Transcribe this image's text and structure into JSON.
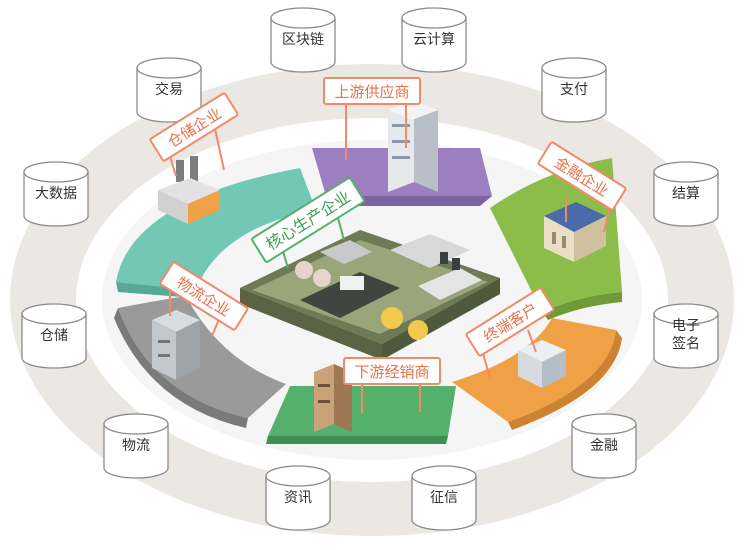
{
  "ring_nodes": [
    {
      "label": "区块链"
    },
    {
      "label": "云计算"
    },
    {
      "label": "交易"
    },
    {
      "label": "支付"
    },
    {
      "label": "大数据"
    },
    {
      "label": "结算"
    },
    {
      "label": "仓储"
    },
    {
      "label": "电子",
      "label2": "签名"
    },
    {
      "label": "物流"
    },
    {
      "label": "金融"
    },
    {
      "label": "资讯"
    },
    {
      "label": "征信"
    }
  ],
  "sectors": {
    "upstream": {
      "label": "上游供应商",
      "color": "#a991c9"
    },
    "finance": {
      "label": "金融企业",
      "color": "#8cbd4a"
    },
    "terminal": {
      "label": "终端客户",
      "color": "#f0a146"
    },
    "downstream": {
      "label": "下游经销商",
      "color": "#54b06a"
    },
    "logistics": {
      "label": "物流企业",
      "color": "#9a9a9a"
    },
    "warehouse": {
      "label": "仓储企业",
      "color": "#73c7b5"
    }
  },
  "core": {
    "label": "核心生产企业"
  },
  "colors": {
    "ring": "#ebe7e3",
    "label_border": "#f08a6a",
    "label_text": "#e8704c",
    "core_border": "#54b06a",
    "core_text": "#3f9e56"
  }
}
